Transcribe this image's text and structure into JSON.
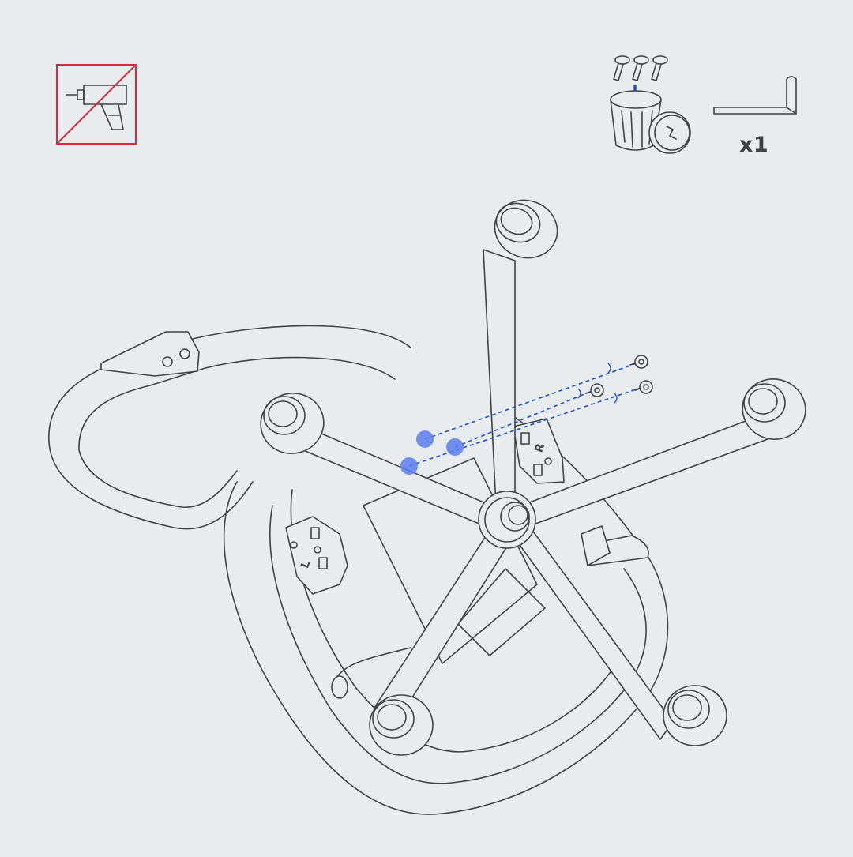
{
  "step": {
    "no_power_tool_warning": {
      "icon": "no-drill-icon",
      "color": "#d8283a"
    },
    "hardware": {
      "screws": {
        "icon": "screw-icon",
        "count": 3
      },
      "storage": {
        "icon": "storage-cup-icon",
        "arrow_color": "#1a4de0"
      },
      "hex_key": {
        "icon": "allen-key-icon",
        "quantity_label": "x1"
      }
    },
    "illustration": {
      "subject": "chair-upside-down",
      "highlight_color": "#5a7ef0",
      "seat_side_labels": [
        "R",
        "L"
      ]
    }
  }
}
